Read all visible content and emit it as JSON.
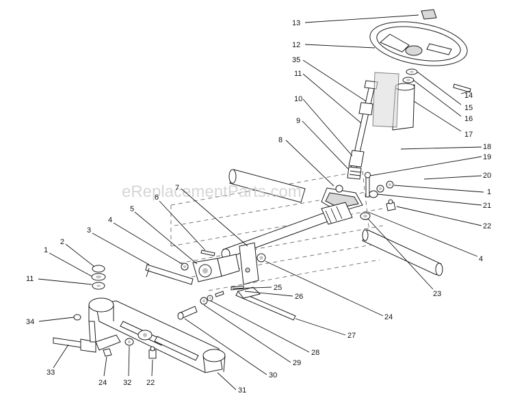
{
  "watermark": "eReplacementParts.com",
  "callouts": [
    {
      "id": "c13",
      "label": "13"
    },
    {
      "id": "c12",
      "label": "12"
    },
    {
      "id": "c35",
      "label": "35"
    },
    {
      "id": "c11a",
      "label": "11"
    },
    {
      "id": "c10",
      "label": "10"
    },
    {
      "id": "c9",
      "label": "9"
    },
    {
      "id": "c8",
      "label": "8"
    },
    {
      "id": "c7",
      "label": "7"
    },
    {
      "id": "c6",
      "label": "6"
    },
    {
      "id": "c5",
      "label": "5"
    },
    {
      "id": "c4a",
      "label": "4"
    },
    {
      "id": "c3",
      "label": "3"
    },
    {
      "id": "c2",
      "label": "2"
    },
    {
      "id": "c1a",
      "label": "1"
    },
    {
      "id": "c11b",
      "label": "11"
    },
    {
      "id": "c34",
      "label": "34"
    },
    {
      "id": "c33",
      "label": "33"
    },
    {
      "id": "c24a",
      "label": "24"
    },
    {
      "id": "c32",
      "label": "32"
    },
    {
      "id": "c22a",
      "label": "22"
    },
    {
      "id": "c31",
      "label": "31"
    },
    {
      "id": "c30",
      "label": "30"
    },
    {
      "id": "c29",
      "label": "29"
    },
    {
      "id": "c28",
      "label": "28"
    },
    {
      "id": "c27",
      "label": "27"
    },
    {
      "id": "c26",
      "label": "26"
    },
    {
      "id": "c25",
      "label": "25"
    },
    {
      "id": "c24b",
      "label": "24"
    },
    {
      "id": "c23",
      "label": "23"
    },
    {
      "id": "c4b",
      "label": "4"
    },
    {
      "id": "c22b",
      "label": "22"
    },
    {
      "id": "c21",
      "label": "21"
    },
    {
      "id": "c1b",
      "label": "1"
    },
    {
      "id": "c20",
      "label": "20"
    },
    {
      "id": "c19",
      "label": "19"
    },
    {
      "id": "c18",
      "label": "18"
    },
    {
      "id": "c17",
      "label": "17"
    },
    {
      "id": "c16",
      "label": "16"
    },
    {
      "id": "c15",
      "label": "15"
    },
    {
      "id": "c14",
      "label": "14"
    }
  ]
}
